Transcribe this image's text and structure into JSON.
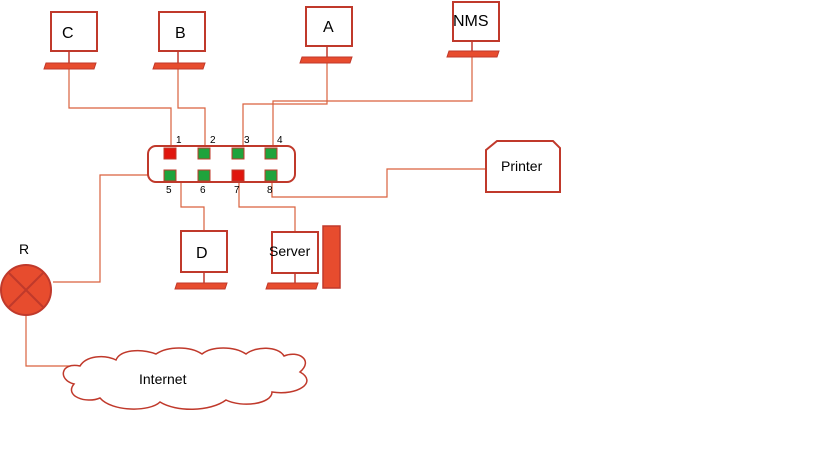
{
  "colors": {
    "stroke": "#c0392b",
    "fill": "#e74c2e",
    "link": "#d9623e",
    "port_up": "#1fa33c",
    "port_down": "#e0160e"
  },
  "nodes": {
    "C": "C",
    "B": "B",
    "A": "A",
    "NMS": "NMS",
    "printer": "Printer",
    "D": "D",
    "server": "Server",
    "router": "R",
    "internet": "Internet"
  },
  "switch": {
    "ports": [
      {
        "label": "1",
        "state": "down"
      },
      {
        "label": "2",
        "state": "up"
      },
      {
        "label": "3",
        "state": "up"
      },
      {
        "label": "4",
        "state": "up"
      },
      {
        "label": "5",
        "state": "up"
      },
      {
        "label": "6",
        "state": "up"
      },
      {
        "label": "7",
        "state": "down"
      },
      {
        "label": "8",
        "state": "up"
      }
    ]
  }
}
